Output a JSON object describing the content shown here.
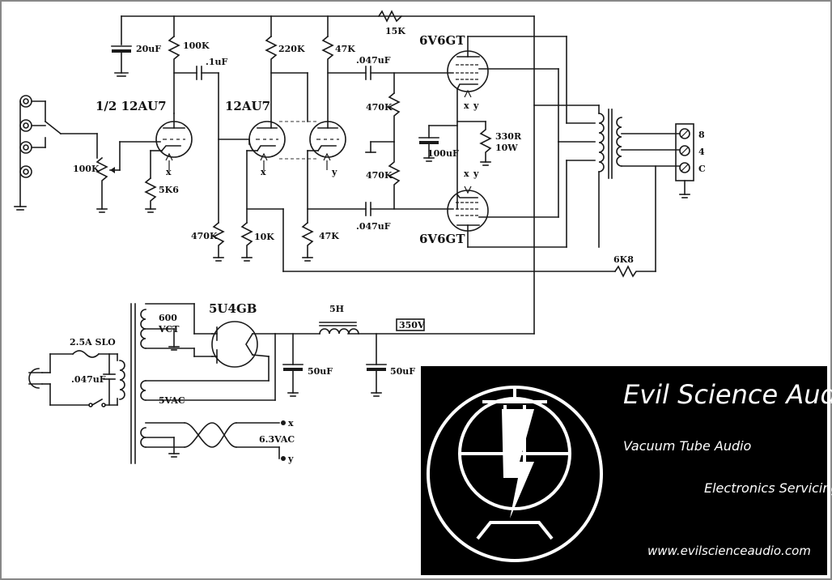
{
  "labels": {
    "tube_v1": "1/2 12AU7",
    "tube_v2": "12AU7",
    "tube_out_top": "6V6GT",
    "tube_out_bottom": "6V6GT",
    "tube_rect": "5U4GB",
    "cap_20uf": "20uF",
    "r_100k_plate": "100K",
    "cap_1uf": ".1uF",
    "r_220k": "220K",
    "r_47k_plate": "47K",
    "r_15k": "15K",
    "cap_047_top": ".047uF",
    "r_470k_top": "470K",
    "r_470k_mid": "470K",
    "cap_047_bottom": ".047uF",
    "pot_100k": "100K",
    "r_5k6": "5K6",
    "r_470k_grid": "470K",
    "r_10k": "10K",
    "r_47k_cathode": "47K",
    "r_330r": "330R",
    "r_330r_watt": "10W",
    "cap_100uf": "100uF",
    "tap_8": "8",
    "tap_4": "4",
    "tap_c": "C",
    "r_6k8": "6K8",
    "choke_5h": "5H",
    "b_plus": "350V",
    "pt_600vct_a": "600",
    "pt_600vct_b": "VCT",
    "pt_5vac": "5VAC",
    "pt_63vac": "6.3VAC",
    "fuse": "2.5A SLO",
    "cap_047_mains": ".047uF",
    "cap_50uf_a": "50uF",
    "cap_50uf_b": "50uF",
    "x": "x",
    "y": "y"
  },
  "brand": {
    "title": "Evil Science Audio",
    "line1": "Vacuum Tube Audio",
    "line2": "Electronics Servicing",
    "url": "www.evilscienceaudio.com"
  },
  "colors": {
    "ink": "#1a1a1a",
    "panel": "#000000",
    "panel_text": "#ffffff"
  }
}
